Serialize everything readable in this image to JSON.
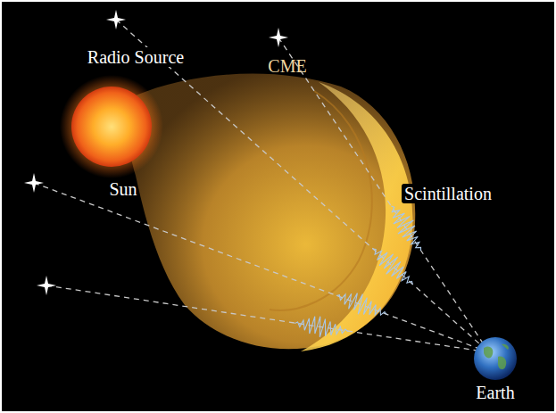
{
  "diagram": {
    "labels": [
      "Radio Source",
      "Sun",
      "CME",
      "Scintillation",
      "Earth"
    ]
  }
}
